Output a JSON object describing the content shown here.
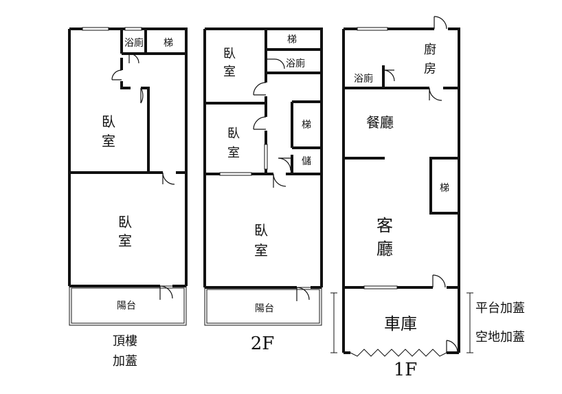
{
  "floors": {
    "roof": {
      "label_line1": "頂樓",
      "label_line2": "加蓋",
      "rooms": {
        "bath": "浴廁",
        "stair": "梯",
        "bedroom_top_1": "臥",
        "bedroom_top_2": "室",
        "bedroom_bottom_1": "臥",
        "bedroom_bottom_2": "室",
        "balcony": "陽台"
      }
    },
    "second": {
      "label": "2F",
      "rooms": {
        "stair_top": "梯",
        "bedroom_a_1": "臥",
        "bedroom_a_2": "室",
        "bath": "浴廁",
        "bedroom_b_1": "臥",
        "bedroom_b_2": "室",
        "stair_mid": "梯",
        "storage": "儲",
        "bedroom_c_1": "臥",
        "bedroom_c_2": "室",
        "balcony": "陽台"
      }
    },
    "first": {
      "label": "1F",
      "rooms": {
        "kitchen_1": "廚",
        "kitchen_2": "房",
        "bath": "浴廁",
        "dining": "餐廳",
        "stair": "梯",
        "living_1": "客",
        "living_2": "廳",
        "garage": "車庫"
      }
    }
  },
  "notes": {
    "platform_extension": "平台加蓋",
    "open_space_extension": "空地加蓋"
  }
}
